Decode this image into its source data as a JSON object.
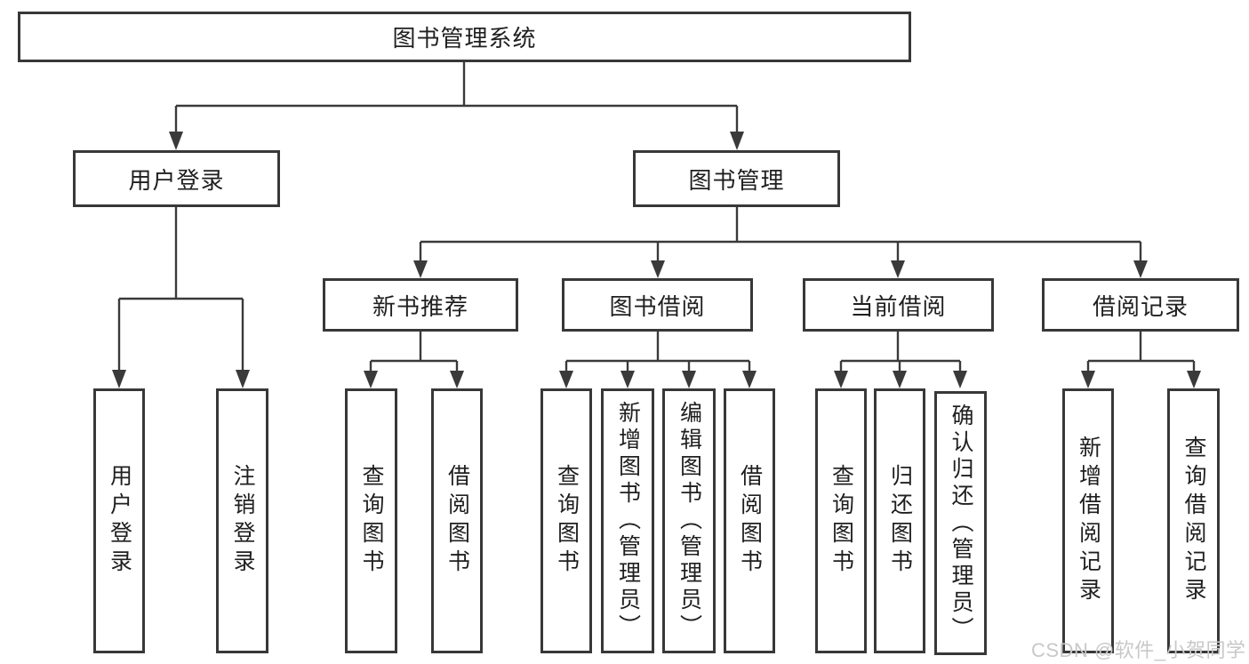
{
  "tree": {
    "root": {
      "label": "图书管理系统"
    },
    "level2": [
      {
        "label": "用户登录"
      },
      {
        "label": "图书管理"
      }
    ],
    "level3": [
      {
        "label": "新书推荐"
      },
      {
        "label": "图书借阅"
      },
      {
        "label": "当前借阅"
      },
      {
        "label": "借阅记录"
      }
    ],
    "leaves": {
      "user_login": [
        {
          "label": "用户登录"
        },
        {
          "label": "注销登录"
        }
      ],
      "new_book": [
        {
          "label": "查询图书"
        },
        {
          "label": "借阅图书"
        }
      ],
      "book_borrow": [
        {
          "label": "查询图书"
        },
        {
          "label": "新增图书（管理员）"
        },
        {
          "label": "编辑图书（管理员）"
        },
        {
          "label": "借阅图书"
        }
      ],
      "current_borrow": [
        {
          "label": "查询图书"
        },
        {
          "label": "归还图书"
        },
        {
          "label": "确认归还（管理员）"
        }
      ],
      "borrow_record": [
        {
          "label": "新增借阅记录"
        },
        {
          "label": "查询借阅记录"
        }
      ]
    }
  },
  "watermark": {
    "text": "CSDN @软件_小贺同学",
    "color": "#c8c8c8"
  },
  "colors": {
    "line": "#3a3a3a",
    "box_border": "#383838",
    "text": "#1f1f1f",
    "background": "#ffffff"
  }
}
